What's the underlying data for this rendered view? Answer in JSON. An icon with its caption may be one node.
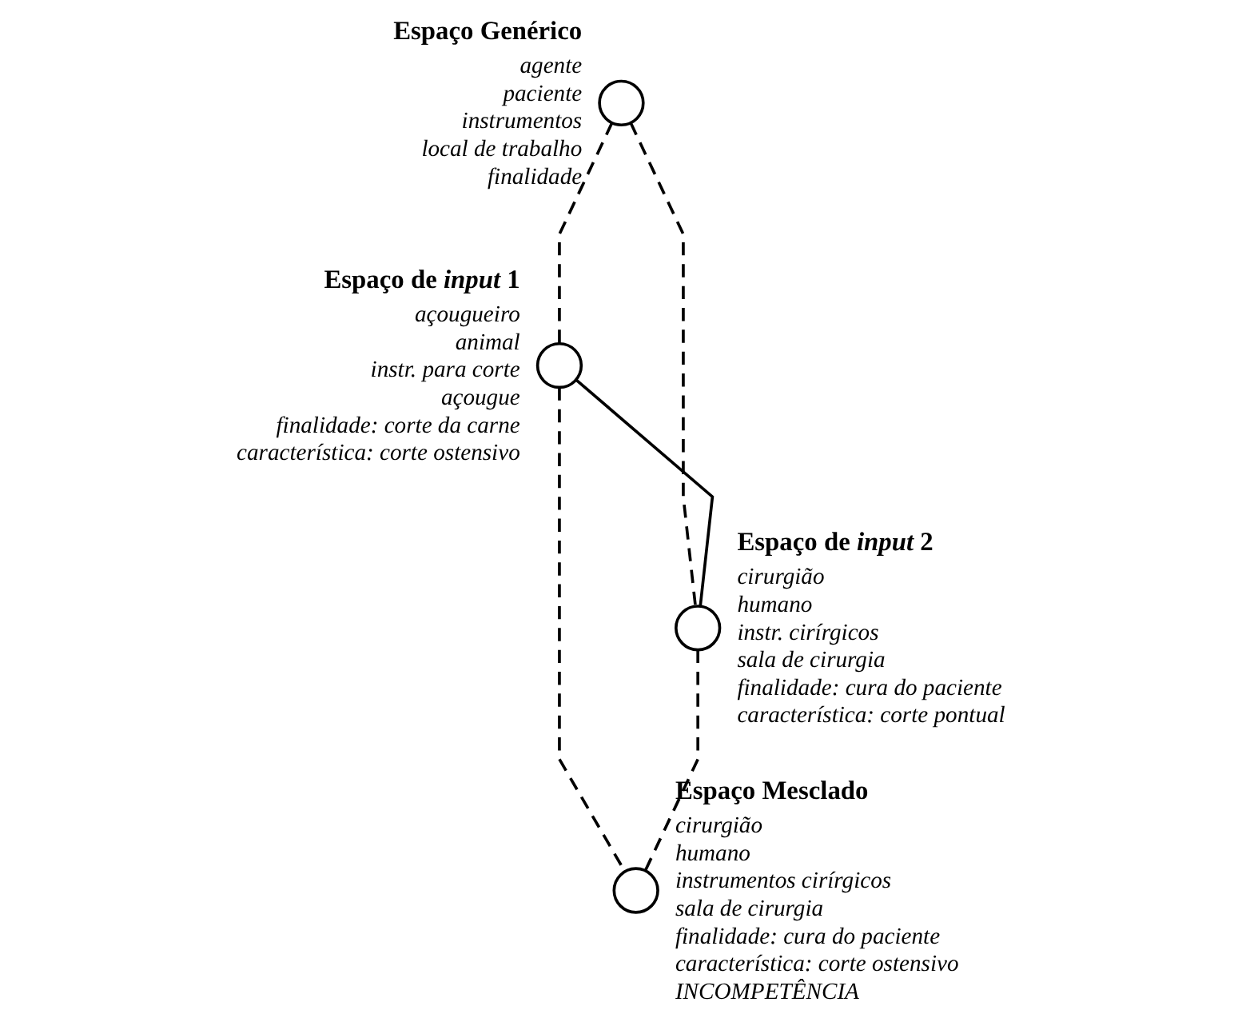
{
  "diagram": {
    "nodes": [
      {
        "text": [],
        "shape": "circle",
        "beside": [
          "Espaço Genérico",
          "agente",
          "paciente",
          "instrumentos",
          "local de trabalho",
          "finalidade"
        ]
      },
      {
        "text": [],
        "shape": "circle",
        "beside": [
          "Espaço de *input* 1",
          "açougueiro",
          "animal",
          "instr. para corte",
          "açougue",
          "finalidade: corte da carne",
          "característica: corte ostensivo"
        ]
      },
      {
        "text": [],
        "shape": "circle",
        "beside": [
          "Espaço de *input* 2",
          "cirurgião",
          "humano",
          "instr. cirírgicos",
          "sala de cirurgia",
          "finalidade: cura do paciente",
          "característica: corte pontual"
        ]
      },
      {
        "text": [],
        "shape": "circle",
        "beside": [
          "Espaço Mesclado",
          "cirurgião",
          "humano",
          "instrumentos cirírgicos",
          "sala de cirurgia",
          "finalidade: cura do paciente",
          "característica: corte ostensivo",
          "INCOMPETÊNCIA"
        ]
      }
    ],
    "edges": [
      {
        "from": 0,
        "to": 1,
        "arrow": "none",
        "style": "dashed"
      },
      {
        "from": 0,
        "to": 2,
        "arrow": "none",
        "style": "dashed"
      },
      {
        "from": 1,
        "to": 2,
        "arrow": "none"
      },
      {
        "from": 1,
        "to": 3,
        "arrow": "none",
        "style": "dashed"
      },
      {
        "from": 2,
        "to": 3,
        "arrow": "none",
        "style": "dashed"
      }
    ]
  }
}
